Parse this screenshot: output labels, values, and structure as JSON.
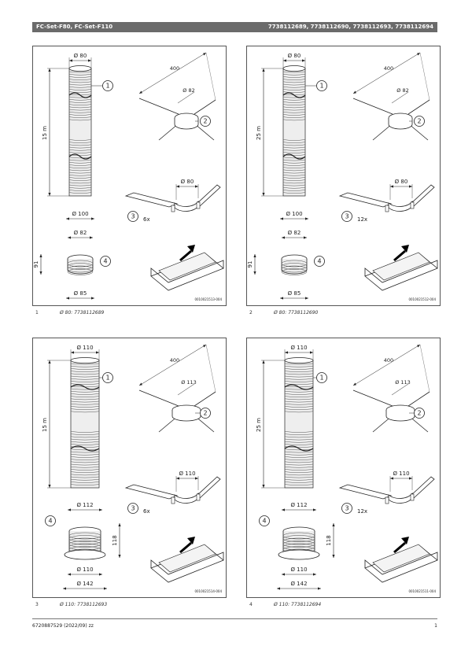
{
  "header": {
    "left": "FC-Set-F80, FC-Set-F110",
    "right": "7738112689, 7738112690, 7738112693, 7738112694"
  },
  "figures": [
    {
      "num": "1",
      "caption": "Ø 80: 7738112689",
      "top_dia": "Ø 80",
      "length": "15 m",
      "spider_span": "400",
      "spider_ring": "Ø 82",
      "bracket_dia": "Ø 80",
      "qty": "6x",
      "d1": "Ø 100",
      "d2": "Ø 82",
      "h": "91",
      "d3": "Ø 85",
      "d4": "",
      "code": "0010021513-004",
      "large": false
    },
    {
      "num": "2",
      "caption": "Ø 80: 7738112690",
      "top_dia": "Ø 80",
      "length": "25 m",
      "spider_span": "400",
      "spider_ring": "Ø 82",
      "bracket_dia": "Ø 80",
      "qty": "12x",
      "d1": "Ø 100",
      "d2": "Ø 82",
      "h": "91",
      "d3": "Ø 85",
      "d4": "",
      "code": "0010021512-004",
      "large": false
    },
    {
      "num": "3",
      "caption": "Ø 110: 7738112693",
      "top_dia": "Ø 110",
      "length": "15 m",
      "spider_span": "400",
      "spider_ring": "Ø 113",
      "bracket_dia": "Ø 110",
      "qty": "6x",
      "d1": "Ø 112",
      "d2": "",
      "h": "118",
      "d3": "Ø 110",
      "d4": "Ø 142",
      "code": "0010021514-004",
      "large": true
    },
    {
      "num": "4",
      "caption": "Ø 110: 7738112694",
      "top_dia": "Ø 110",
      "length": "25 m",
      "spider_span": "400",
      "spider_ring": "Ø 113",
      "bracket_dia": "Ø 110",
      "qty": "12x",
      "d1": "Ø 112",
      "d2": "",
      "h": "118",
      "d3": "Ø 110",
      "d4": "Ø 142",
      "code": "0010021511-004",
      "large": true
    }
  ],
  "callouts": [
    "1",
    "2",
    "3",
    "4"
  ],
  "footer": {
    "left": "6720887529 (2022/09) zz",
    "right": "1"
  }
}
